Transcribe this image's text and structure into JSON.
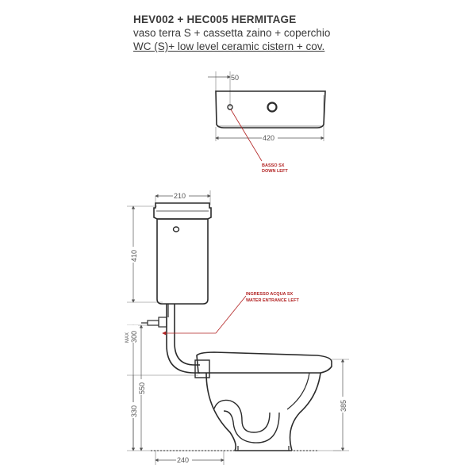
{
  "header": {
    "title": "HEV002 + HEC005 HERMITAGE",
    "subtitle_it": "vaso terra S + cassetta zaino + coperchio",
    "subtitle_en": "WC (S)+ low level ceramic cistern + cov."
  },
  "top_view": {
    "dim_offset": "50",
    "dim_width": "420",
    "note_line1": "BASSO SX",
    "note_line2": "DOWN LEFT"
  },
  "side_view": {
    "dim_cistern_depth": "210",
    "dim_cistern_height": "410",
    "dim_max_label": "MAX",
    "dim_inlet_height": "300",
    "dim_total_550": "550",
    "dim_330": "330",
    "dim_385": "385",
    "dim_240": "240",
    "note_line1": "INGRESSO ACQUA SX",
    "note_line2": "WATER ENTRANCE LEFT"
  },
  "colors": {
    "line": "#2b2b2b",
    "dimension": "#555555",
    "annotation": "#b22222"
  }
}
